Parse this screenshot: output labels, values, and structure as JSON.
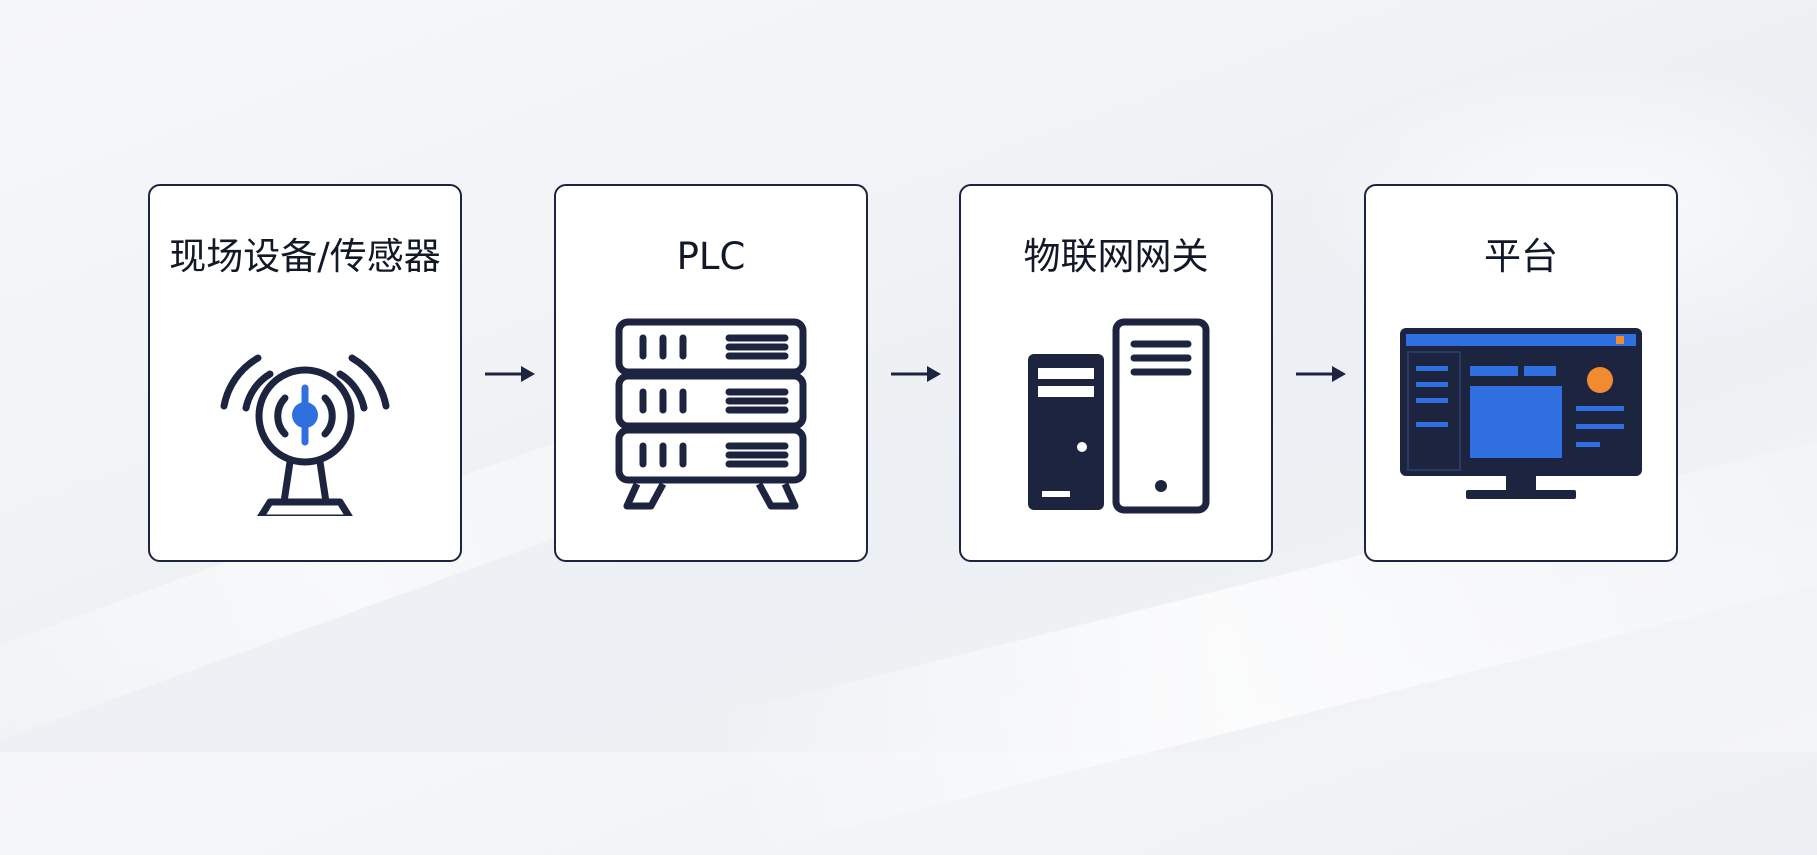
{
  "flow": {
    "steps": [
      {
        "label": "现场设备/传感器",
        "icon": "sensor-antenna-icon"
      },
      {
        "label": "PLC",
        "icon": "server-rack-icon"
      },
      {
        "label": "物联网网关",
        "icon": "computer-towers-icon"
      },
      {
        "label": "平台",
        "icon": "dashboard-monitor-icon"
      }
    ],
    "connector": "arrow-right-icon"
  },
  "colors": {
    "stroke": "#1c2440",
    "accent_blue": "#2f6fe0",
    "accent_orange": "#f28a30",
    "card_bg": "#ffffff"
  }
}
